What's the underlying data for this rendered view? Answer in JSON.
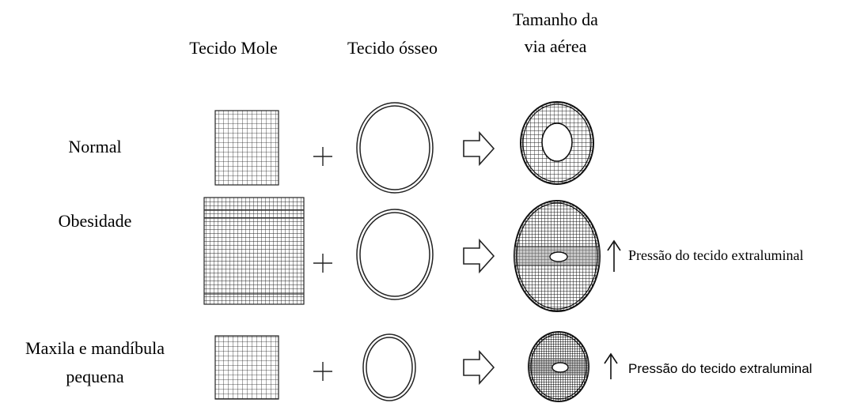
{
  "columns": {
    "soft_tissue": "Tecido Mole",
    "bone_tissue": "Tecido ósseo",
    "airway_line1": "Tamanho da",
    "airway_line2": "via aérea"
  },
  "rows": [
    {
      "label_line1": "Normal",
      "label_line2": "",
      "annotation": ""
    },
    {
      "label_line1": "Obesidade",
      "label_line2": "",
      "annotation": "Pressão do tecido extraluminal"
    },
    {
      "label_line1": "Maxila e mandíbula",
      "label_line2": "pequena",
      "annotation": "Pressão do tecido extraluminal"
    }
  ],
  "operators": {
    "plus": "+"
  },
  "icons": {
    "arrow_right": "hollow-right-arrow-icon",
    "arrow_up": "up-arrow-icon"
  }
}
